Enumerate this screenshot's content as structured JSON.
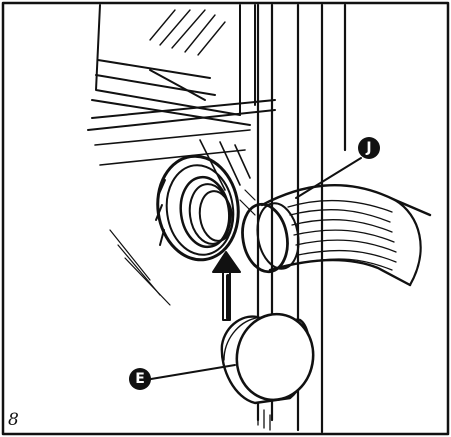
{
  "callouts": {
    "j": "J",
    "e": "E"
  },
  "figure_number": "8",
  "colors": {
    "ink": "#111111",
    "paper": "#ffffff"
  }
}
